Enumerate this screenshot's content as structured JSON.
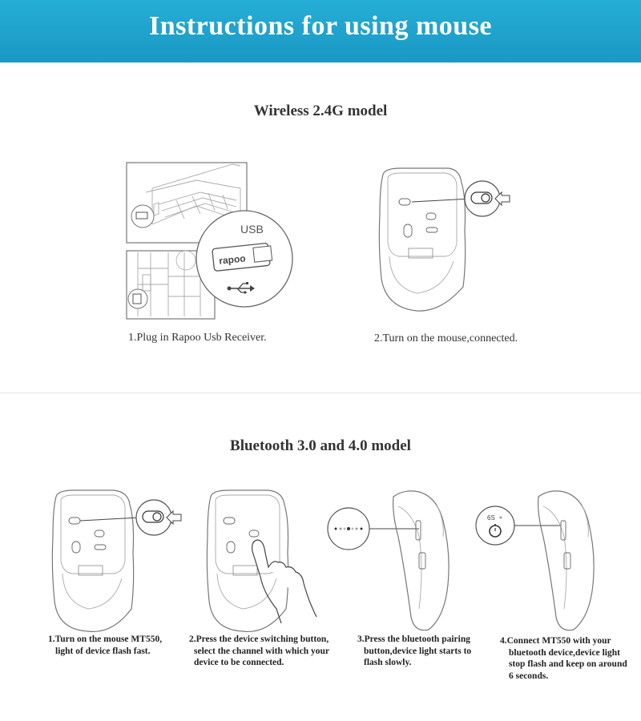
{
  "header": {
    "title": "Instructions for using mouse"
  },
  "wireless": {
    "title": "Wireless 2.4G model",
    "usb_label": "USB",
    "receiver_brand": "rapoo",
    "step1": "1.Plug in Rapoo Usb Receiver.",
    "step2": "2.Turn on the mouse,connected."
  },
  "bluetooth": {
    "title": "Bluetooth 3.0 and 4.0 model",
    "timer_label": "6S",
    "steps": [
      {
        "l1": "1.Turn on the mouse MT550,",
        "l2": "light of device flash fast."
      },
      {
        "l1": "2.Press the device switching button,",
        "l2": "select the channel with which your",
        "l3": "device to be connected."
      },
      {
        "l1": "3.Press the bluetooth pairing",
        "l2": "button,device light starts to",
        "l3": "flash slowly."
      },
      {
        "l1": "4.Connect MT550 with your",
        "l2": "bluetooth device,device light",
        "l3": "stop flash and keep on around",
        "l4": "6 seconds."
      }
    ]
  },
  "icons": {
    "usb": "usb-icon",
    "arrow": "arrow-left-icon",
    "timer": "stopwatch-icon"
  }
}
